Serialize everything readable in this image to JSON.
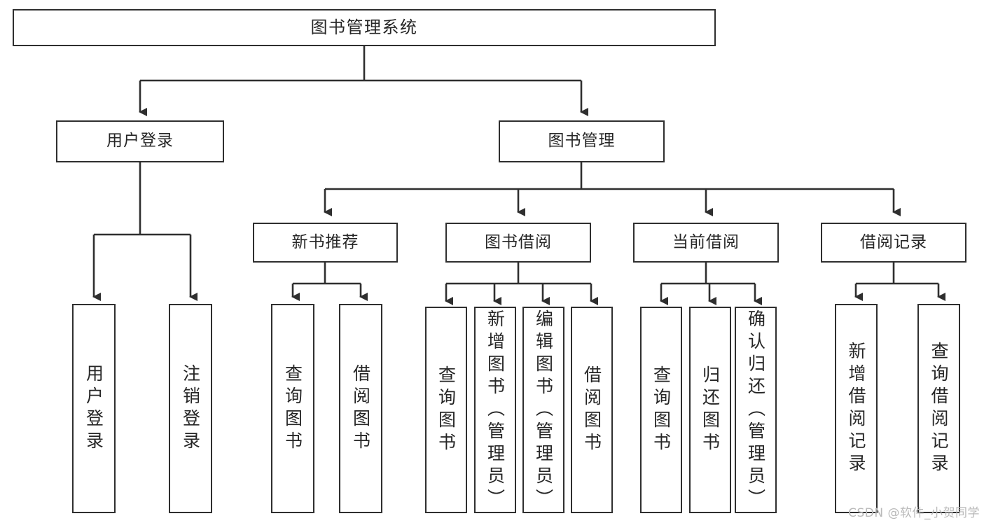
{
  "diagram": {
    "type": "tree-structure-chart",
    "title": "图书管理系统",
    "watermark": "CSDN @软件_小贺同学",
    "colors": {
      "box_border": "#2f2f2f",
      "box_fill": "#ffffff",
      "connector": "#2f2f2f",
      "text": "#262626",
      "watermark": "#b9b9b9",
      "background": "#ffffff"
    },
    "nodes": {
      "root": {
        "label": "图书管理系统"
      },
      "level1": [
        {
          "id": "user-login",
          "label": "用户登录"
        },
        {
          "id": "book-manage",
          "label": "图书管理"
        }
      ],
      "level2": [
        {
          "id": "new-book-recommend",
          "label": "新书推荐"
        },
        {
          "id": "book-borrow",
          "label": "图书借阅"
        },
        {
          "id": "current-borrow",
          "label": "当前借阅"
        },
        {
          "id": "borrow-record",
          "label": "借阅记录"
        }
      ],
      "leaves": {
        "user_login": [
          {
            "id": "leaf-user-login",
            "label": "用户登录"
          },
          {
            "id": "leaf-logout-login",
            "label": "注销登录"
          }
        ],
        "new_book_recommend": [
          {
            "id": "leaf-query-book-1",
            "label": "查询图书"
          },
          {
            "id": "leaf-borrow-book-1",
            "label": "借阅图书"
          }
        ],
        "book_borrow": [
          {
            "id": "leaf-query-book-2",
            "label": "查询图书"
          },
          {
            "id": "leaf-add-book",
            "label": "新增图书（管理员）"
          },
          {
            "id": "leaf-edit-book",
            "label": "编辑图书（管理员）"
          },
          {
            "id": "leaf-borrow-book-2",
            "label": "借阅图书"
          }
        ],
        "current_borrow": [
          {
            "id": "leaf-query-book-3",
            "label": "查询图书"
          },
          {
            "id": "leaf-return-book",
            "label": "归还图书"
          },
          {
            "id": "leaf-confirm-return",
            "label": "确认归还（管理员）"
          }
        ],
        "borrow_record": [
          {
            "id": "leaf-add-borrow-record",
            "label": "新增借阅记录"
          },
          {
            "id": "leaf-query-borrow-record",
            "label": "查询借阅记录"
          }
        ]
      }
    }
  }
}
